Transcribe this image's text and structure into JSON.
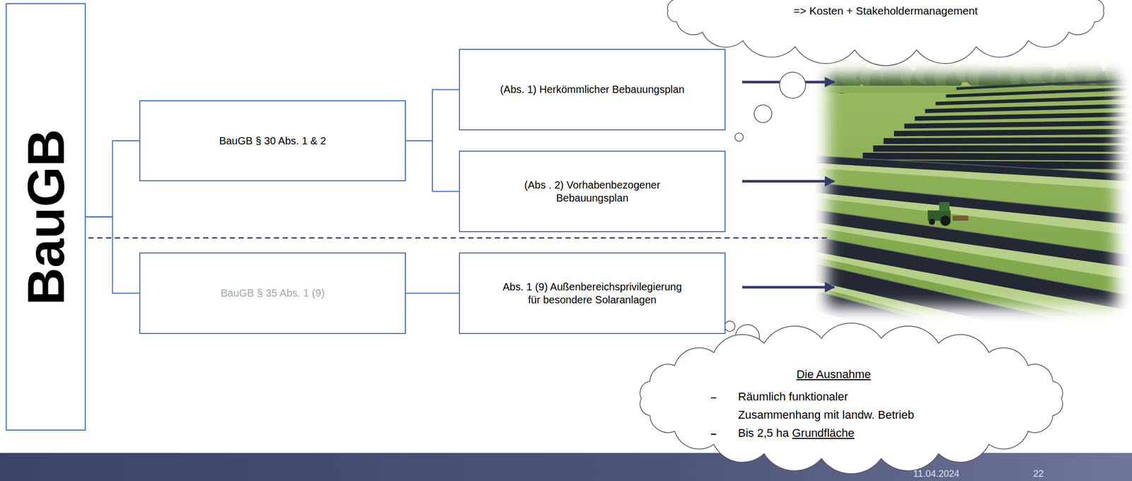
{
  "diagram": {
    "nodes": [
      {
        "text": [
          "BauGB"
        ]
      },
      {
        "text": [
          "BauGB § 30 Abs. 1 & 2"
        ]
      },
      {
        "text": [
          "(Abs. 1) Herkömmlicher Bebauungsplan"
        ]
      },
      {
        "text": [
          "(Abs . 2) Vorhabenbezogener Bebauungsplan"
        ]
      },
      {
        "text": [
          "BauGB § 35 Abs. 1 (9)"
        ]
      },
      {
        "text": [
          "Abs. 1 (9) Außenbereichsprivilegierung für besondere Solaranlagen"
        ]
      },
      {
        "text": [
          "=> Kosten + Stakeholdermanagement"
        ]
      },
      {
        "text": [
          "Die Ausnahme",
          "Räumlich funktionaler Zusammenhang mit landw. Betrieb",
          "Bis 2,5 ha Grundfläche"
        ]
      }
    ],
    "edges": [
      {
        "from": 0,
        "to": 1,
        "arrow": "none"
      },
      {
        "from": 0,
        "to": 4,
        "arrow": "none"
      },
      {
        "from": 1,
        "to": 2,
        "arrow": "none"
      },
      {
        "from": 1,
        "to": 3,
        "arrow": "none"
      },
      {
        "from": 4,
        "to": 5,
        "arrow": "none"
      }
    ],
    "labels": [
      "11.04.2024",
      "22"
    ]
  }
}
